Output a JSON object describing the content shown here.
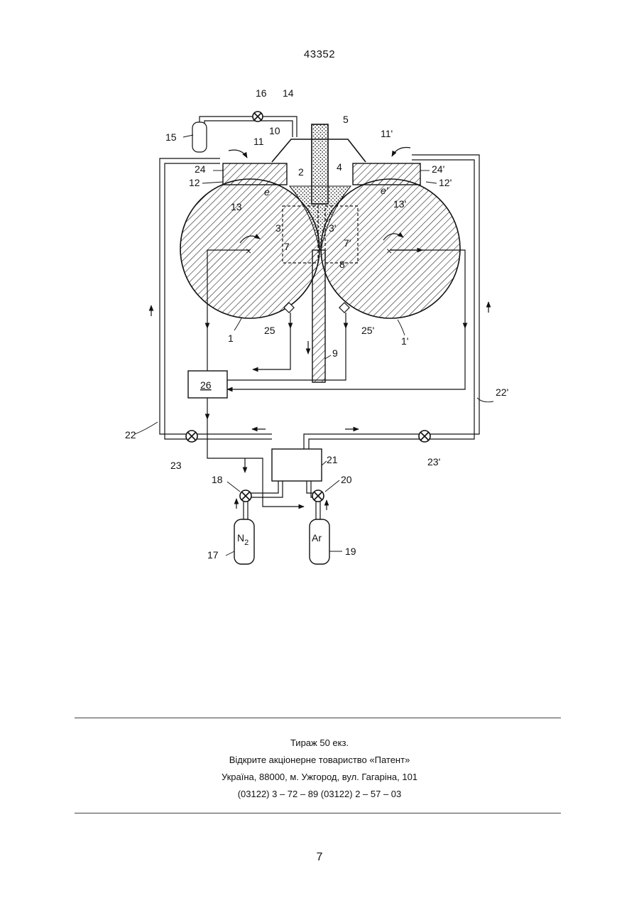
{
  "document_number": "43352",
  "figure_labels": {
    "l1": "1",
    "l1p": "1'",
    "l2": "2",
    "l3": "3",
    "l3p": "3'",
    "l4": "4",
    "l5": "5",
    "l7": "7",
    "l7p": "7'",
    "l8": "8",
    "l9": "9",
    "l10": "10",
    "l11": "11",
    "l11p": "11'",
    "l12": "12",
    "l12p": "12'",
    "l13": "13",
    "l13p": "13'",
    "l14": "14",
    "l15": "15",
    "l16": "16",
    "l17": "17",
    "l18": "18",
    "l19": "19",
    "l20": "20",
    "l21": "21",
    "l22": "22",
    "l22p": "22'",
    "l23": "23",
    "l23p": "23'",
    "l24": "24",
    "l24p": "24'",
    "l25": "25",
    "l25p": "25'",
    "l26": "26",
    "le": "e",
    "lep": "e'",
    "gas_n2": "N",
    "gas_n2_sub": "2",
    "gas_ar": "Ar"
  },
  "imprint": {
    "line1": "Тираж 50 екз.",
    "line2": "Відкрите акціонерне товариство «Патент»",
    "line3": "Україна, 88000, м. Ужгород, вул. Гагаріна, 101",
    "line4": "(03122) 3 – 72 – 89   (03122) 2 – 57 – 03"
  },
  "page_number": "7"
}
